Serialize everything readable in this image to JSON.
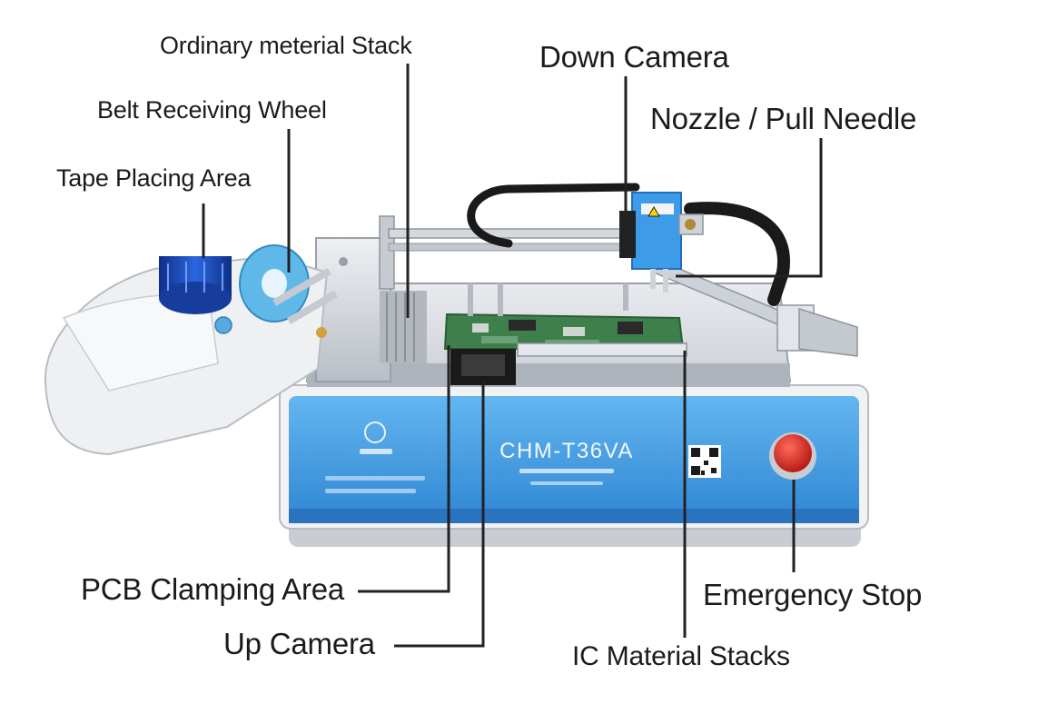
{
  "labels": {
    "ordinary_material_stack": "Ordinary meterial Stack",
    "belt_receiving_wheel": "Belt Receiving Wheel",
    "tape_placing_area": "Tape Placing Area",
    "down_camera": "Down Camera",
    "nozzle_pull_needle": "Nozzle / Pull Needle",
    "pcb_clamping_area": "PCB Clamping Area",
    "up_camera": "Up Camera",
    "emergency_stop": "Emergency Stop",
    "ic_material_stacks": "IC Material Stacks"
  },
  "machine": {
    "model": "CHM-T36VA"
  },
  "colors": {
    "panel_blue": "#4aa3e6",
    "panel_dark_blue": "#2f86d2",
    "frame_silver": "#d9dde2",
    "reel_blue": "#1d4fbf",
    "tape_teal": "#5fb8e8",
    "estop_red": "#d8261c",
    "leader_line": "#222222"
  }
}
